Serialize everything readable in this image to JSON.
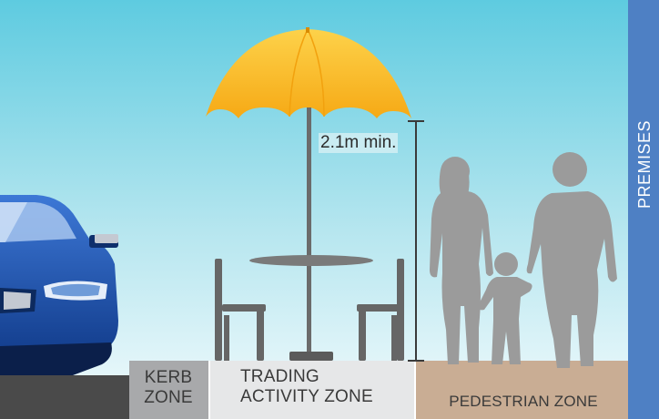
{
  "colors": {
    "sky_top": "#5ecbe0",
    "sky_bottom": "#f3fbfd",
    "road": "#4a4a4a",
    "kerb_zone": "#a8a9ab",
    "trading_zone": "#e6e7e8",
    "pedestrian_zone": "#c9ad94",
    "premises": "#4e80c4",
    "umbrella": "#fbbd1f",
    "silhouette": "#9a9a9a",
    "car": "#1f57b8"
  },
  "zones": {
    "kerb": {
      "line1": "KERB",
      "line2": "ZONE"
    },
    "trading": {
      "line1": "TRADING",
      "line2": "ACTIVITY ZONE"
    },
    "pedestrian": {
      "label": "PEDESTRIAN ZONE"
    },
    "premises": {
      "label": "PREMISES"
    }
  },
  "dimension": {
    "label": "2.1m min."
  },
  "icons": [
    "car-icon",
    "umbrella-icon",
    "table-icon",
    "chair-icon",
    "pedestrian-silhouettes-icon"
  ]
}
